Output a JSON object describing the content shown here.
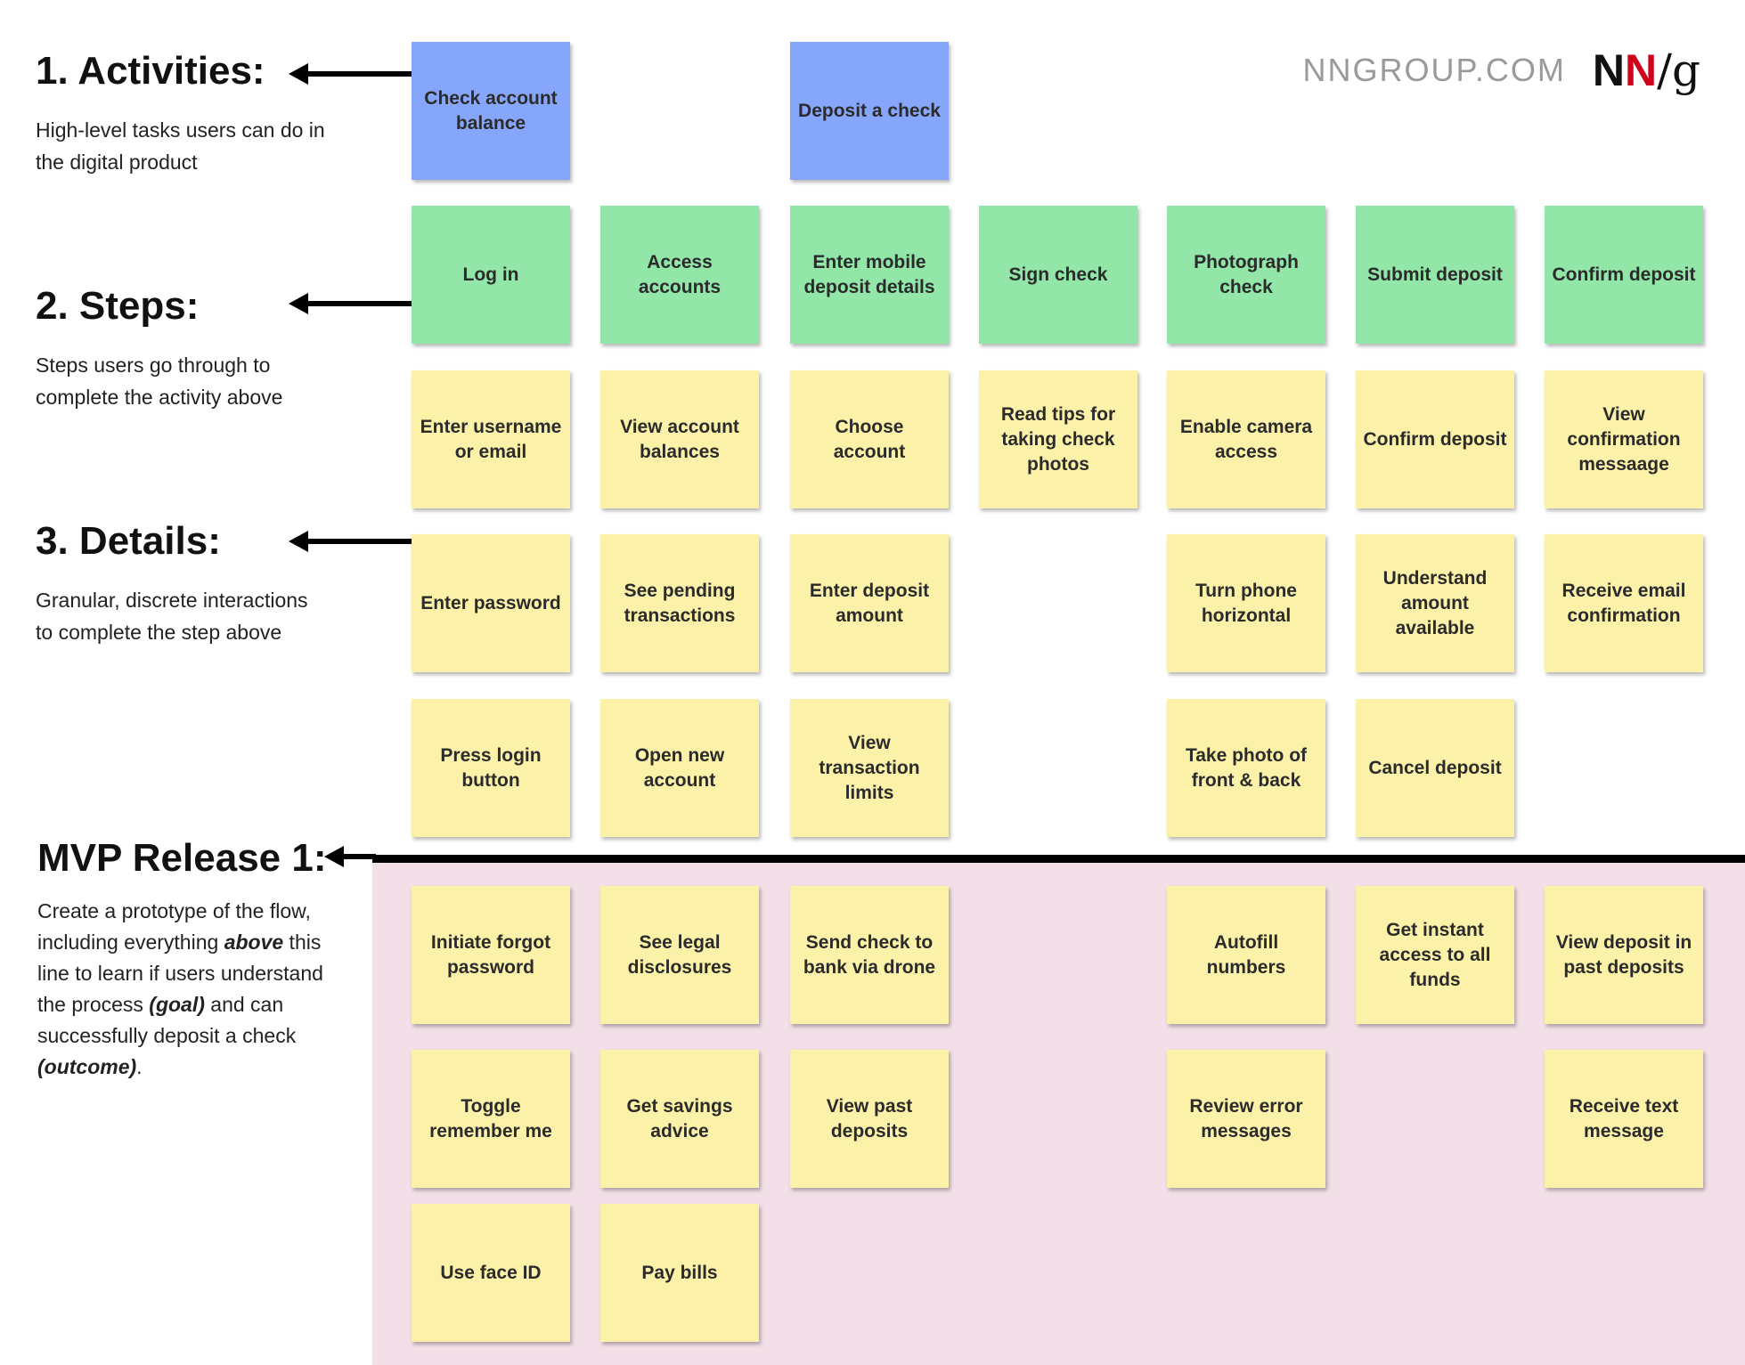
{
  "brand": {
    "url": "NNGROUP.COM",
    "logo_n1": "N",
    "logo_n2": "N",
    "logo_slash": "/",
    "logo_g": "g"
  },
  "labels": {
    "activities": {
      "title": "1. Activities:",
      "desc": "High-level tasks users can do in the digital product"
    },
    "steps": {
      "title": "2. Steps:",
      "desc": "Steps users go through to complete the activity above"
    },
    "details": {
      "title": "3. Details:",
      "desc": "Granular, discrete interactions to complete the step above"
    },
    "mvp": {
      "title": "MVP Release 1:",
      "desc_1": "Create a prototype of the flow, including everything ",
      "desc_above": "above",
      "desc_2": " this line to learn if users understand the process ",
      "desc_goal": "(goal)",
      "desc_3": " and can successfully deposit a check ",
      "desc_outcome": "(outcome)",
      "desc_4": "."
    }
  },
  "activities": [
    {
      "col": 0,
      "text": "Check account balance"
    },
    {
      "col": 2,
      "text": "Deposit a check"
    }
  ],
  "steps": [
    "Log in",
    "Access accounts",
    "Enter mobile deposit details",
    "Sign check",
    "Photograph check",
    "Submit deposit",
    "Confirm deposit"
  ],
  "details": [
    {
      "col": 0,
      "row": 0,
      "text": "Enter username or email"
    },
    {
      "col": 1,
      "row": 0,
      "text": "View account balances"
    },
    {
      "col": 2,
      "row": 0,
      "text": "Choose account"
    },
    {
      "col": 3,
      "row": 0,
      "text": "Read tips for taking check photos"
    },
    {
      "col": 4,
      "row": 0,
      "text": "Enable camera access"
    },
    {
      "col": 5,
      "row": 0,
      "text": "Confirm deposit"
    },
    {
      "col": 6,
      "row": 0,
      "text": "View confirmation messaage"
    },
    {
      "col": 0,
      "row": 1,
      "text": "Enter password"
    },
    {
      "col": 1,
      "row": 1,
      "text": "See pending transactions"
    },
    {
      "col": 2,
      "row": 1,
      "text": "Enter deposit amount"
    },
    {
      "col": 4,
      "row": 1,
      "text": "Turn phone horizontal"
    },
    {
      "col": 5,
      "row": 1,
      "text": "Understand amount available"
    },
    {
      "col": 6,
      "row": 1,
      "text": "Receive email confirmation"
    },
    {
      "col": 0,
      "row": 2,
      "text": "Press login button"
    },
    {
      "col": 1,
      "row": 2,
      "text": "Open new account"
    },
    {
      "col": 2,
      "row": 2,
      "text": "View transaction limits"
    },
    {
      "col": 4,
      "row": 2,
      "text": "Take photo of front & back"
    },
    {
      "col": 5,
      "row": 2,
      "text": "Cancel deposit"
    }
  ],
  "release_details": [
    {
      "col": 0,
      "row": 0,
      "text": "Initiate forgot password"
    },
    {
      "col": 1,
      "row": 0,
      "text": "See legal disclosures"
    },
    {
      "col": 2,
      "row": 0,
      "text": "Send check to bank via drone"
    },
    {
      "col": 4,
      "row": 0,
      "text": "Autofill numbers"
    },
    {
      "col": 5,
      "row": 0,
      "text": "Get instant access to all funds"
    },
    {
      "col": 6,
      "row": 0,
      "text": "View deposit in past deposits"
    },
    {
      "col": 0,
      "row": 1,
      "text": "Toggle remember me"
    },
    {
      "col": 1,
      "row": 1,
      "text": "Get savings advice"
    },
    {
      "col": 2,
      "row": 1,
      "text": "View past deposits"
    },
    {
      "col": 4,
      "row": 1,
      "text": "Review error messages"
    },
    {
      "col": 6,
      "row": 1,
      "text": "Receive text message"
    },
    {
      "col": 0,
      "row": 2,
      "text": "Use face ID"
    },
    {
      "col": 1,
      "row": 2,
      "text": "Pay bills"
    }
  ],
  "colors": {
    "activity": "#86a6fb",
    "step": "#91e6a8",
    "detail": "#fbf1a9",
    "release_area": "#f3dfe7",
    "logo_accent": "#d0021b"
  }
}
